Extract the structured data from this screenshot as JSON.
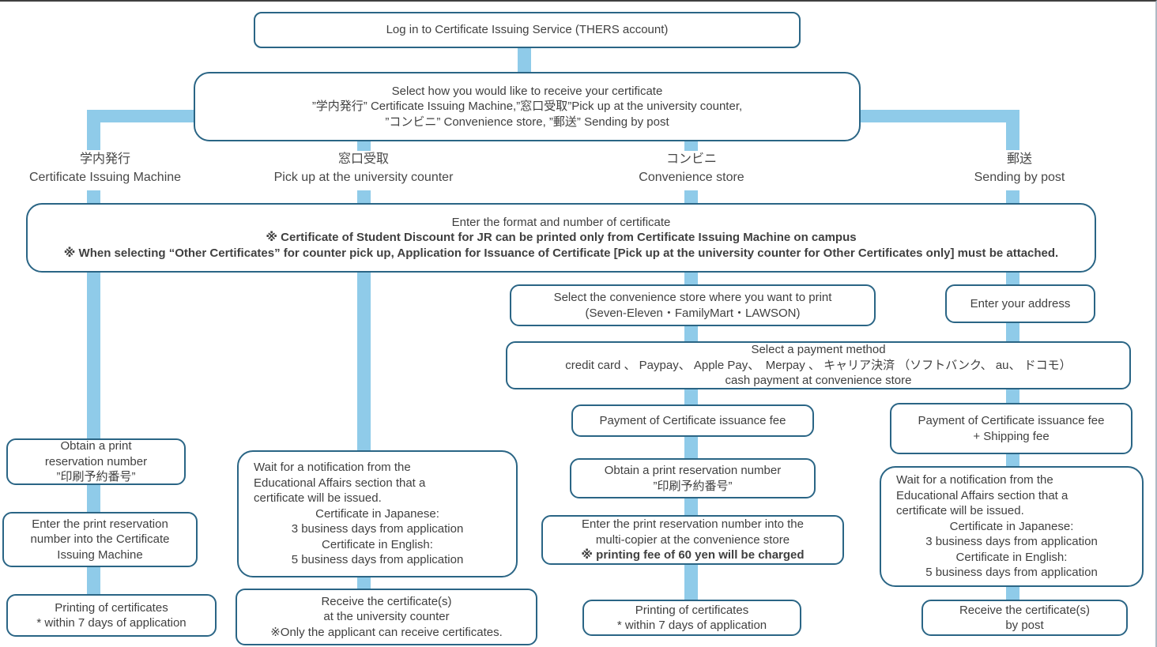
{
  "colors": {
    "box_border": "#2A6585",
    "connector": "#8FCBE9",
    "text": "#404040"
  },
  "flow": {
    "login": {
      "text": "Log in to Certificate Issuing Service (THERS account)"
    },
    "select_method": {
      "l1": "Select how you would like to receive your certificate",
      "l2": "”学内発行” Certificate Issuing Machine,”窓口受取”Pick up at the university counter,",
      "l3": "”コンビニ” Convenience store, ”郵送” Sending by post"
    },
    "columns": [
      {
        "jp": "学内発行",
        "en": "Certificate Issuing Machine"
      },
      {
        "jp": "窓口受取",
        "en": "Pick up at the university counter"
      },
      {
        "jp": "コンビニ",
        "en": "Convenience store"
      },
      {
        "jp": "郵送",
        "en": "Sending by post"
      }
    ],
    "format": {
      "l1": "Enter the format and number of certificate",
      "l2": "※ Certificate of Student Discount for JR can be printed only from Certificate Issuing Machine on campus",
      "l3": "※ When selecting “Other Certificates” for counter pick up, Application for Issuance of Certificate [Pick up at the university counter for Other Certificates only] must be attached."
    },
    "store_select": {
      "l1": "Select the convenience store where you want to print",
      "l2": "(Seven-Eleven・FamilyMart・LAWSON)"
    },
    "address": {
      "text": "Enter your address"
    },
    "payment": {
      "l1": "Select a payment method",
      "l2": "credit card 、 Paypay、 Apple Pay、　Merpay 、 キャリア決済 （ソフトバンク、 au、 ドコモ）",
      "l3": "cash payment at convenience store"
    },
    "fee_conv": {
      "text": "Payment of Certificate issuance fee"
    },
    "fee_post": {
      "l1": "Payment of Certificate issuance fee",
      "l2": "+ Shipping fee"
    },
    "obtain_machine": {
      "l1": "Obtain a print",
      "l2": "reservation number",
      "l3": "”印刷予約番号”"
    },
    "obtain_conv": {
      "l1": "Obtain a print reservation number",
      "l2": "”印刷予約番号”"
    },
    "wait_notification": {
      "l1": "Wait for a notification from the",
      "l2": "Educational Affairs section that a",
      "l3": "certificate will be issued.",
      "l4": "Certificate in Japanese:",
      "l5": "3 business days from application",
      "l6": "Certificate in English:",
      "l7": "5 business days from application"
    },
    "enter_machine": {
      "l1": "Enter the print reservation",
      "l2": "number into the Certificate",
      "l3": "Issuing Machine"
    },
    "enter_copier": {
      "l1": "Enter the print reservation number into the",
      "l2": "multi-copier at the convenience store",
      "l3": "※ printing fee of 60 yen will be charged"
    },
    "printing": {
      "l1": "Printing of certificates",
      "l2": "* within 7 days of application"
    },
    "receive_counter": {
      "l1": "Receive the certificate(s)",
      "l2": "at the university counter",
      "l3": "※Only the applicant can receive certificates."
    },
    "receive_post": {
      "l1": "Receive the certificate(s)",
      "l2": "by post"
    }
  }
}
